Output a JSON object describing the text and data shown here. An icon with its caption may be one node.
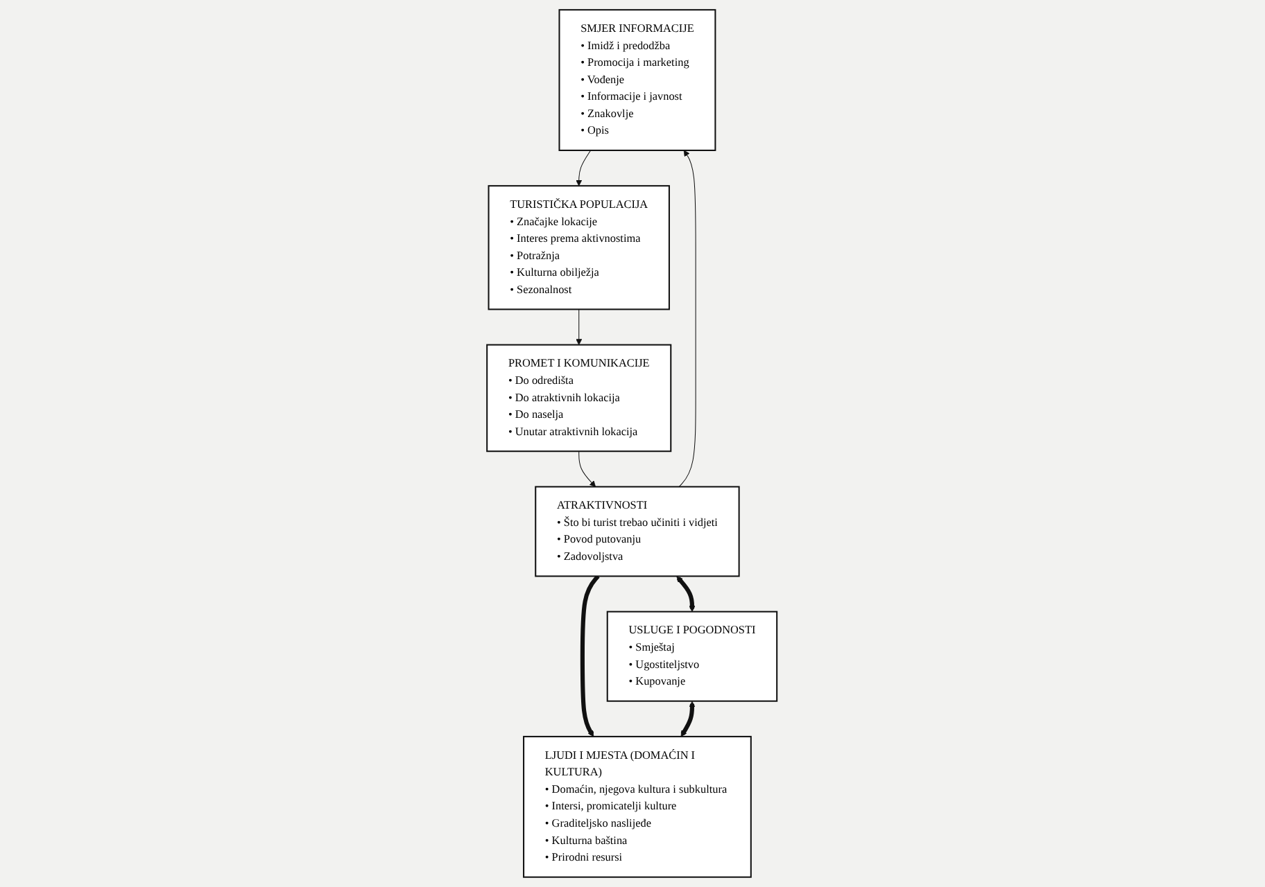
{
  "diagram": {
    "nodes": [
      {
        "text": [
          "SMJER INFORMACIJE",
          "• Imidž i predodžba",
          "• Promocija i marketing",
          "• Vođenje",
          "• Informacije i javnost",
          "• Znakovlje",
          "• Opis"
        ]
      },
      {
        "text": [
          "TURISTIČKA POPULACIJA",
          "• Značajke lokacije",
          "• Interes prema aktivnostima",
          "• Potražnja",
          "• Kulturna obilježja",
          "• Sezonalnost"
        ]
      },
      {
        "text": [
          "PROMET I KOMUNIKACIJE",
          "• Do odredišta",
          "• Do atraktivnih lokacija",
          "• Do naselja",
          "• Unutar atraktivnih lokacija"
        ]
      },
      {
        "text": [
          "ATRAKTIVNOSTI",
          "• Što bi turist trebao učiniti i vidjeti",
          "• Povod putovanju",
          "• Zadovoljstva"
        ]
      },
      {
        "text": [
          "USLUGE I POGODNOSTI",
          "• Smještaj",
          "• Ugostiteljstvo",
          "• Kupovanje"
        ]
      },
      {
        "text": [
          "LJUDI I MJESTA (DOMAĆIN I KULTURA)",
          "• Domaćin, njegova kultura i subkultura",
          "• Intersi, promicatelji kulture",
          "• Graditeljsko naslijeđe",
          "• Kulturna baština",
          "• Prirodni resursi"
        ]
      }
    ],
    "edges": [
      {
        "from": 0,
        "to": 1,
        "arrow": "to"
      },
      {
        "from": 1,
        "to": 2,
        "arrow": "to"
      },
      {
        "from": 2,
        "to": 3,
        "arrow": "to"
      },
      {
        "from": 3,
        "to": 5,
        "arrow": "to",
        "style": "thick"
      },
      {
        "from": 3,
        "to": 0,
        "arrow": "to"
      },
      {
        "from": 3,
        "to": 4,
        "arrow": "both",
        "style": "thick"
      },
      {
        "from": 4,
        "to": 5,
        "arrow": "both",
        "style": "thick"
      }
    ]
  }
}
